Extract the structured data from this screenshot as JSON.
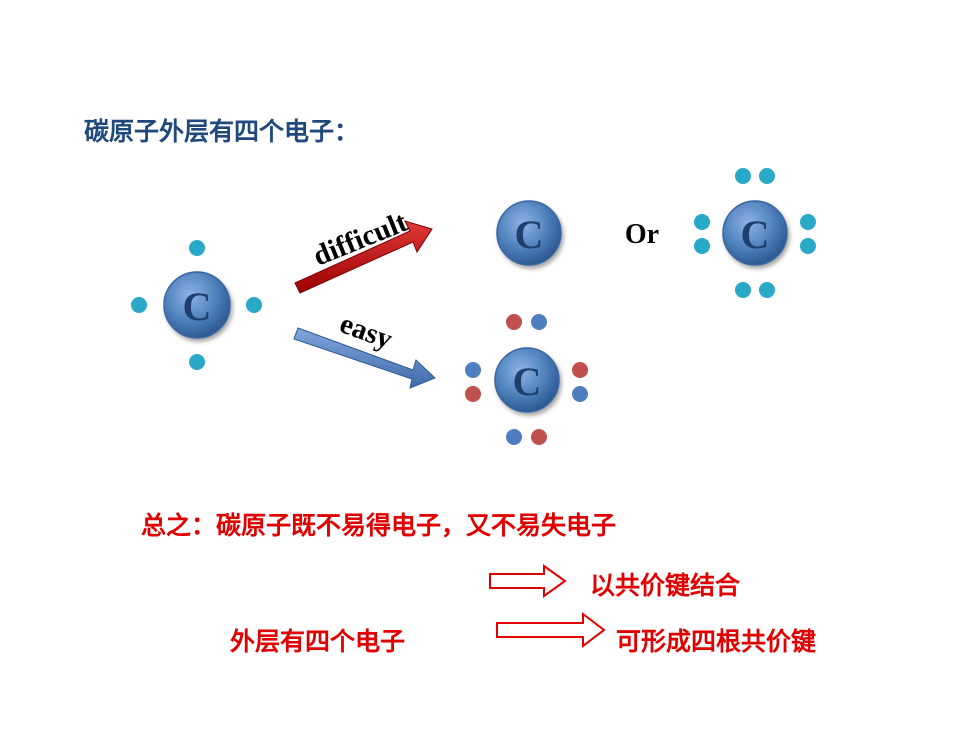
{
  "title": "碳原子外层有四个电子：",
  "atom_symbol": "C",
  "arrows": {
    "difficult": "difficult",
    "easy": "easy"
  },
  "or_text": "Or",
  "summary": "总之：碳原子既不易得电子，又不易失电子",
  "result_1": "以共价键结合",
  "left_phrase": "外层有四个电子",
  "result_2": "可形成四根共价键",
  "colors": {
    "atom_fill": "#4f81bd",
    "electron_own": "#2aa8c8",
    "electron_blue": "#4f7ec0",
    "electron_red": "#c0504d",
    "difficult_arrow": "#c00000",
    "easy_arrow": "#4f81bd",
    "text_red": "#e00000",
    "title_blue": "#1f497d"
  }
}
